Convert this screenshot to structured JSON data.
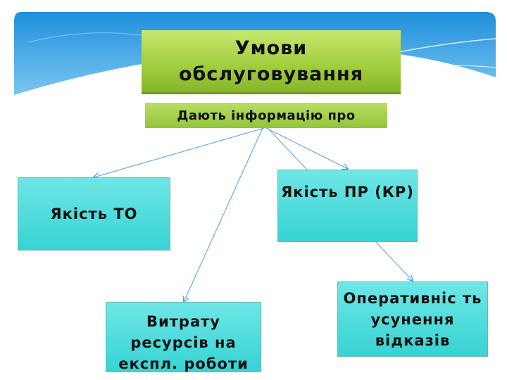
{
  "diagram": {
    "title": "Умови обслуговування",
    "subtitle": "Дають інформацію про",
    "nodes": [
      {
        "id": "to",
        "label": "Якість ТО"
      },
      {
        "id": "pr",
        "label": "Якість ПР (КР)"
      },
      {
        "id": "res",
        "label": "Витрату ресурсів на експл. роботи"
      },
      {
        "id": "op",
        "label": "Оперативніс ть усунення відказів"
      }
    ]
  },
  "colors": {
    "title_box": "#9fcd3c",
    "node_box": "#37d3d3",
    "arrow": "#4a9fe0",
    "banner": "#2f9be3"
  }
}
